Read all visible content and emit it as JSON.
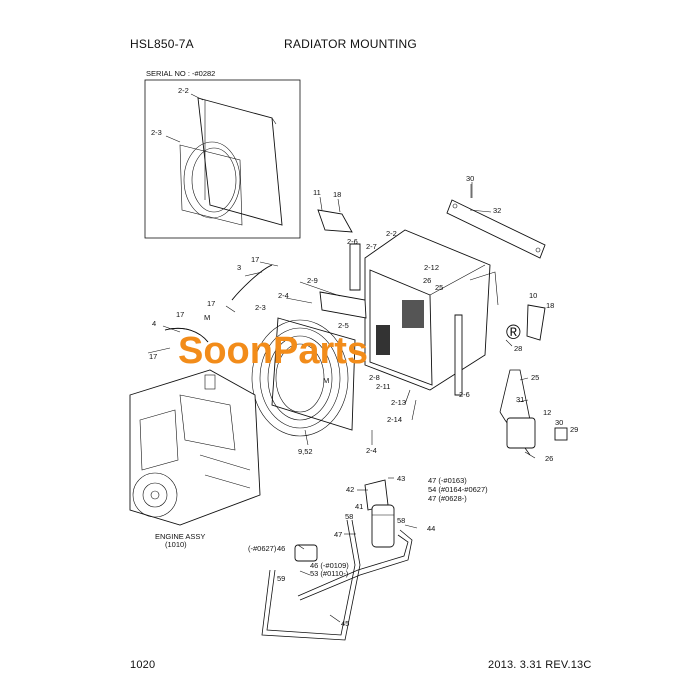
{
  "header": {
    "model": "HSL850-7A",
    "title": "RADIATOR MOUNTING"
  },
  "footer": {
    "page_number": "1020",
    "revision": "2013. 3.31  REV.13C"
  },
  "inset": {
    "serial_note": "SERIAL NO : -#0282",
    "labels": [
      "2-2",
      "2-3"
    ]
  },
  "watermark": {
    "text": "SoonParts",
    "registered": "®"
  },
  "engine_caption": [
    "ENGINE ASSY",
    "(1010)"
  ],
  "labels": {
    "l30": "30",
    "l32": "32",
    "l11": "11",
    "l18a": "18",
    "l2_6a": "2-6",
    "l2_7": "2-7",
    "l2_2": "2-2",
    "l2_12": "2-12",
    "l2_9": "2-9",
    "l26a": "26",
    "l25a": "25",
    "l17a": "17",
    "l3": "3",
    "l2_4a": "2-4",
    "l10": "10",
    "l18b": "18",
    "l17b": "17",
    "l2_3": "2-3",
    "l2_5": "2-5",
    "l4": "4",
    "lM1": "M",
    "l17c": "17",
    "l17d": "17",
    "l28": "28",
    "l2_8": "2-8",
    "l2_11": "2-11",
    "l25b": "25",
    "lM2": "M",
    "l2_13": "2-13",
    "l2_6b": "2-6",
    "l31": "31",
    "l12": "12",
    "l2_14": "2-14",
    "l30b": "30",
    "l29": "29",
    "l9_52": "9,52",
    "l2_4b": "2-4",
    "l26b": "26",
    "l43": "43",
    "l42": "42",
    "l47a": "47 (-#0163)",
    "l54": "54 (#0164-#0627)",
    "l47b": "47 (#0628-)",
    "l41": "41",
    "l58a": "58",
    "l58b": "58",
    "l47c": "47",
    "l44": "44",
    "l0627": "(-#0627)",
    "l46a": "46",
    "l46b": "46 (-#0109)",
    "l53": "53 (#0110-)",
    "l59": "59",
    "l45": "45"
  }
}
